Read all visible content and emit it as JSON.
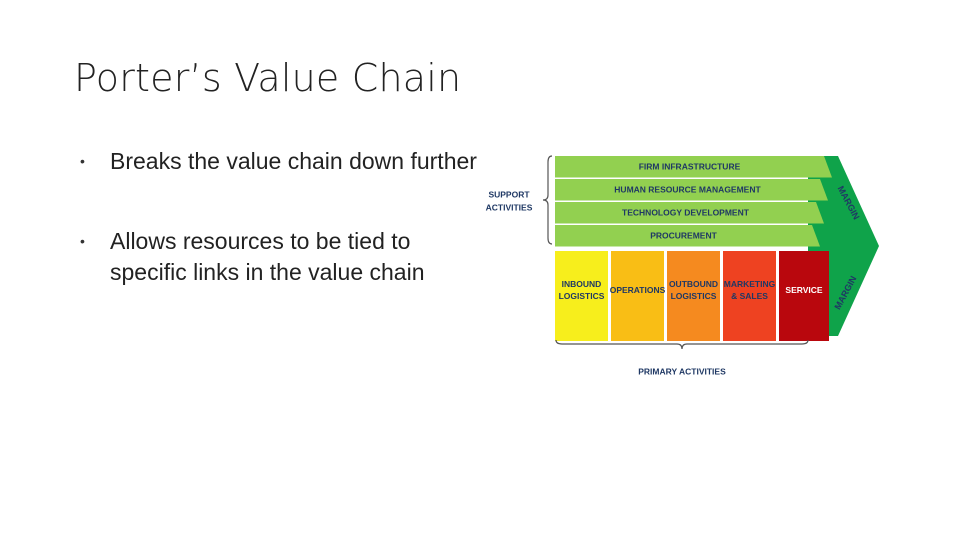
{
  "slide": {
    "title": "Porter’s Value Chain"
  },
  "bullets": [
    {
      "text": "Breaks the value chain down further"
    },
    {
      "text": "Allows resources to be tied to specific links in the value chain"
    }
  ],
  "diagram": {
    "support_label": [
      "SUPPORT",
      "ACTIVITIES"
    ],
    "support_activities": [
      "FIRM INFRASTRUCTURE",
      "HUMAN RESOURCE MANAGEMENT",
      "TECHNOLOGY DEVELOPMENT",
      "PROCUREMENT"
    ],
    "primary_activities": [
      {
        "lines": [
          "INBOUND",
          "LOGISTICS"
        ],
        "color": "#f7ee1c"
      },
      {
        "lines": [
          "OPERATIONS"
        ],
        "color": "#f9be15"
      },
      {
        "lines": [
          "OUTBOUND",
          "LOGISTICS"
        ],
        "color": "#f58a1f"
      },
      {
        "lines": [
          "MARKETING",
          "& SALES"
        ],
        "color": "#ee4221"
      },
      {
        "lines": [
          "SERVICE"
        ],
        "color": "#b9070d"
      }
    ],
    "primary_label": "PRIMARY ACTIVITIES",
    "margin_label": "MARGIN",
    "colors": {
      "support_band": "#92d050",
      "margin": "#0fa34a",
      "bracket": "#555555",
      "text": "#1f3864"
    }
  }
}
